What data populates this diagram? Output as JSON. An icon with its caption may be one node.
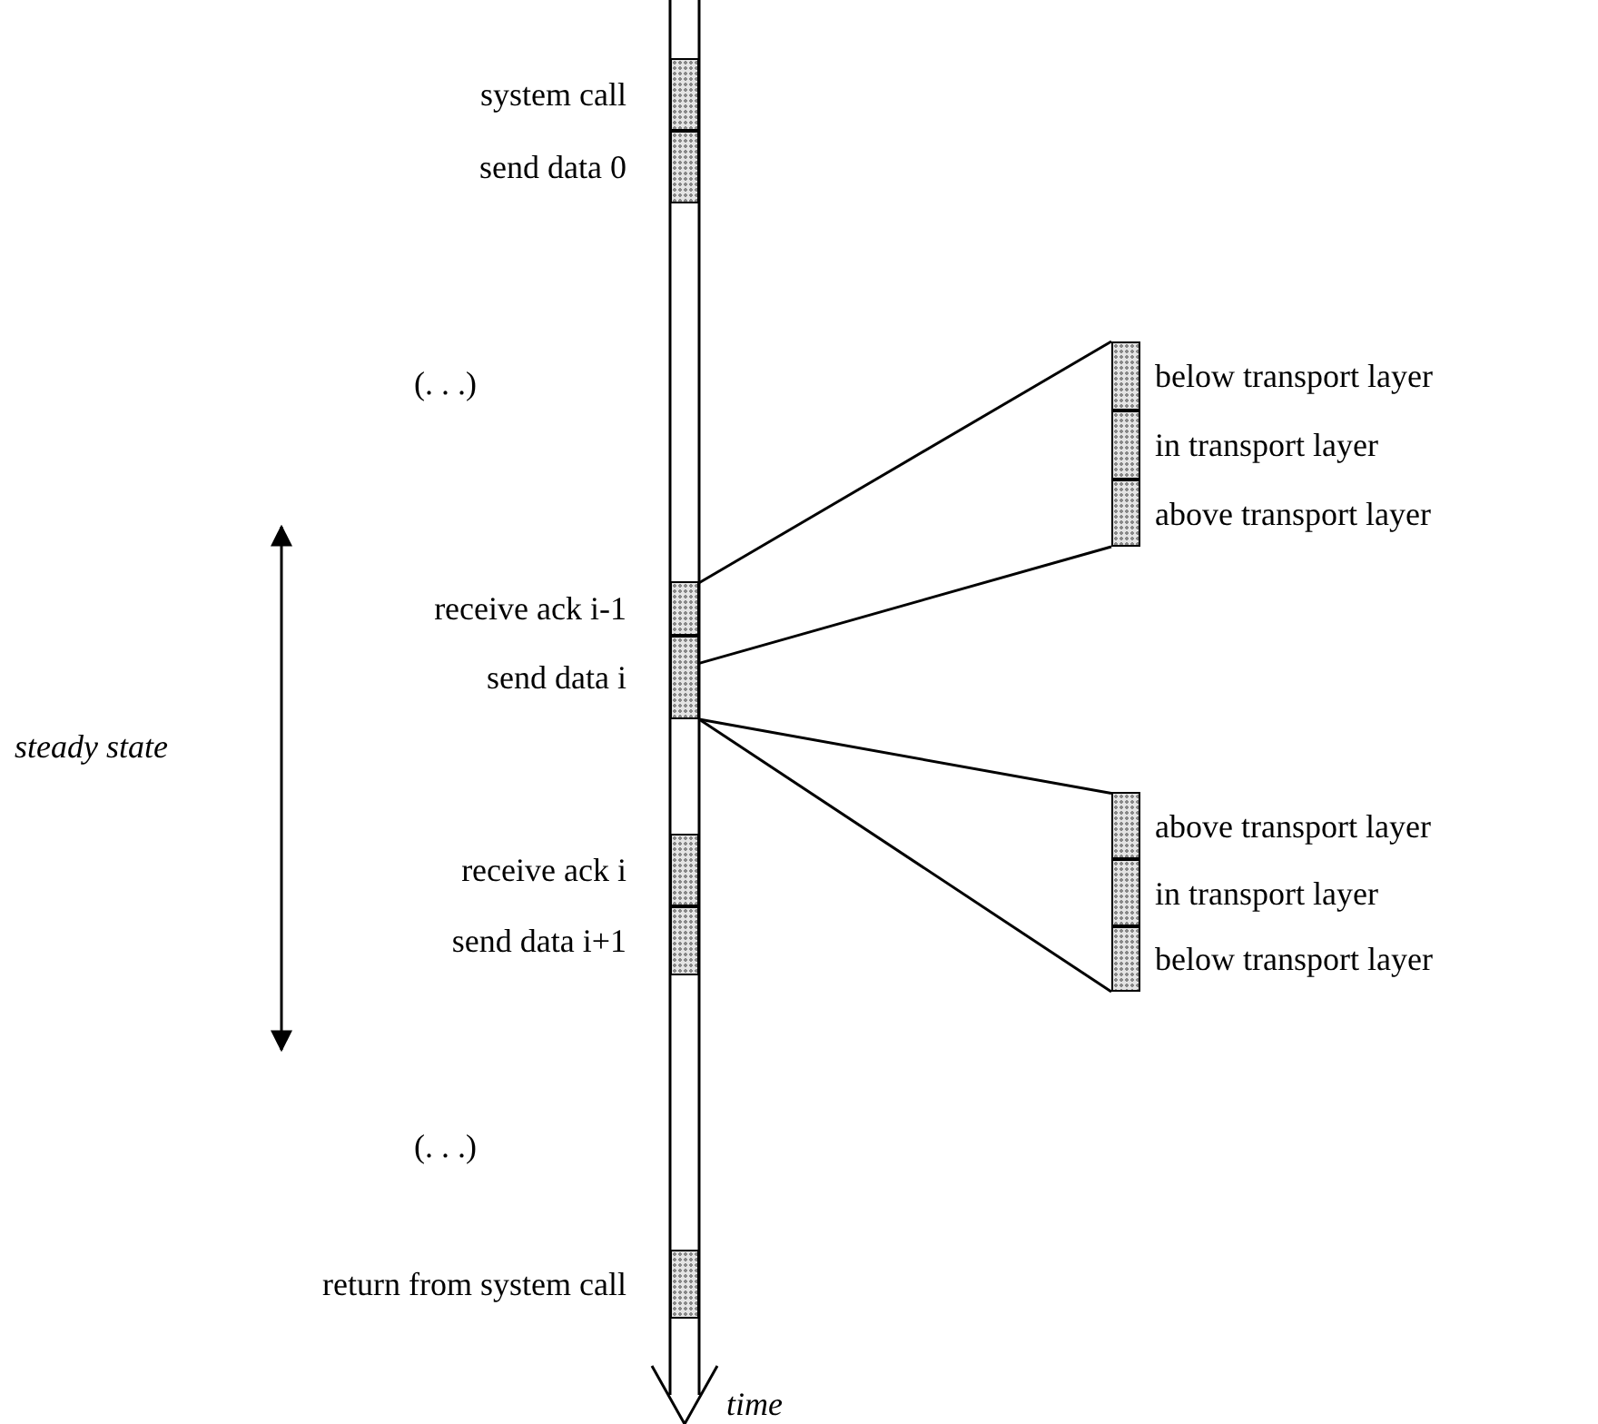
{
  "diagram": {
    "nodes": [
      {
        "text": [
          "system call"
        ]
      },
      {
        "text": [
          "send data 0"
        ]
      },
      {
        "text": [
          "receive ack i-1"
        ]
      },
      {
        "text": [
          "send data i"
        ]
      },
      {
        "text": [
          "receive ack i"
        ]
      },
      {
        "text": [
          "send data i+1"
        ]
      },
      {
        "text": [
          "return from system call"
        ]
      },
      {
        "text": [
          "below transport layer"
        ]
      },
      {
        "text": [
          "in transport layer"
        ]
      },
      {
        "text": [
          "above transport layer"
        ]
      },
      {
        "text": [
          "above transport layer"
        ]
      },
      {
        "text": [
          "in transport layer"
        ]
      },
      {
        "text": [
          "below transport layer"
        ]
      }
    ],
    "edges": [
      {
        "from": 2,
        "to": 7,
        "arrow": "none"
      },
      {
        "from": 3,
        "to": 9,
        "arrow": "none"
      },
      {
        "from": 3,
        "to": 10,
        "arrow": "none"
      },
      {
        "from": 3,
        "to": 12,
        "arrow": "none"
      }
    ],
    "labels": [
      "(. . .)",
      "steady state",
      "(. . .)",
      "time"
    ]
  }
}
